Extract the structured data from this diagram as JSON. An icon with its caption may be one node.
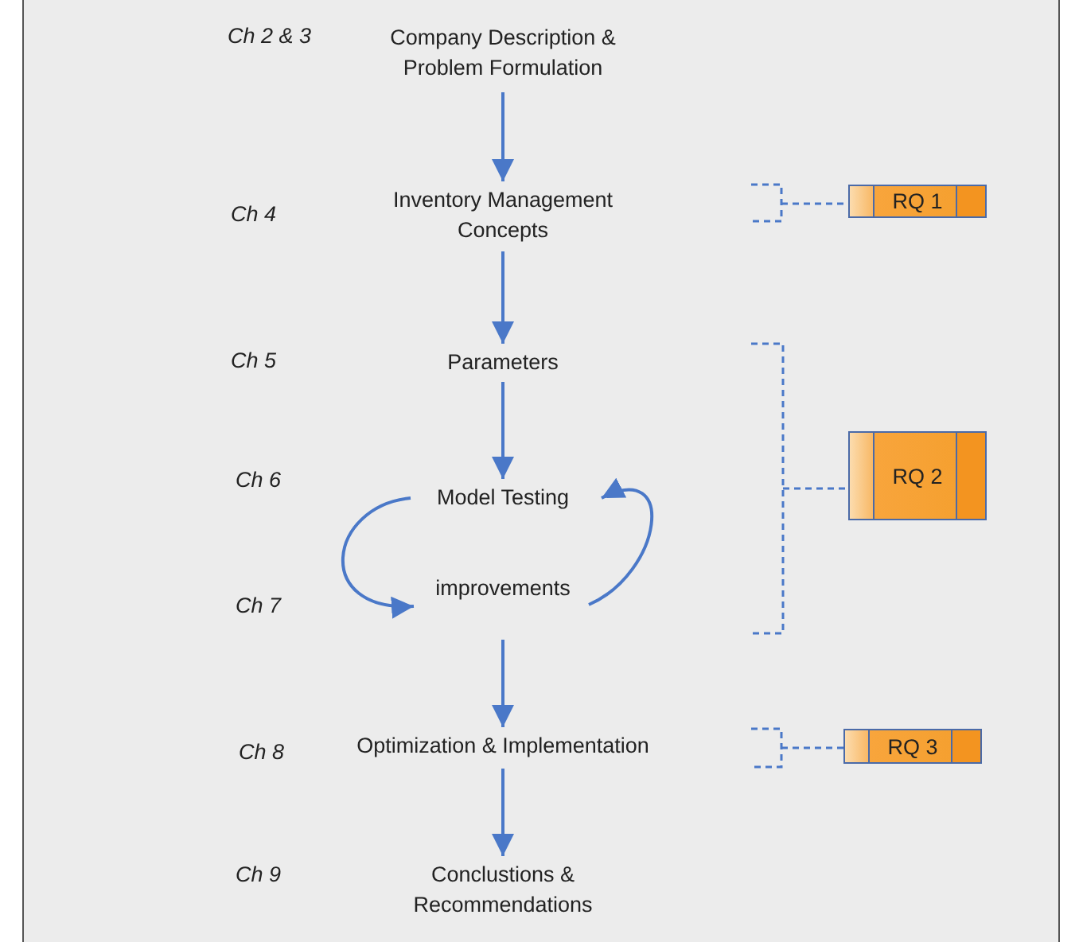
{
  "diagram": {
    "nodes": [
      {
        "text": [
          "Company Description & Problem Formulation"
        ]
      },
      {
        "text": [
          "Inventory Management Concepts"
        ]
      },
      {
        "text": [
          "Parameters"
        ]
      },
      {
        "text": [
          "Model Testing"
        ]
      },
      {
        "text": [
          "improvements"
        ]
      },
      {
        "text": [
          "Optimization & Implementation"
        ]
      },
      {
        "text": [
          "Conclustions & Recommendations"
        ]
      },
      {
        "text": [
          "RQ 1"
        ]
      },
      {
        "text": [
          "RQ 2"
        ]
      },
      {
        "text": [
          "RQ 3"
        ]
      }
    ],
    "edges": [
      {
        "from": 0,
        "to": 1,
        "arrow": "to"
      },
      {
        "from": 1,
        "to": 2,
        "arrow": "to"
      },
      {
        "from": 2,
        "to": 3,
        "arrow": "to"
      },
      {
        "from": 3,
        "to": 4,
        "arrow": "to"
      },
      {
        "from": 4,
        "to": 3,
        "arrow": "to"
      },
      {
        "from": 4,
        "to": 5,
        "arrow": "to"
      },
      {
        "from": 5,
        "to": 6,
        "arrow": "to"
      }
    ],
    "labels": [
      "Ch 2 & 3",
      "Ch 4",
      "Ch 5",
      "Ch 6",
      "Ch 7",
      "Ch 8",
      "Ch 9"
    ]
  }
}
